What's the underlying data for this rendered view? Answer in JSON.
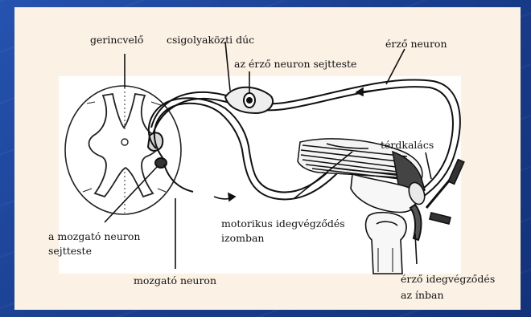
{
  "colors": {
    "background": "#1a3f8f",
    "panel": "#fbf1e4",
    "ink": "#111111"
  },
  "labels": {
    "spinal_cord": "gerincvelő",
    "dorsal_root_ganglion": "csigolyaközti dúc",
    "sensory_neuron_body": "az érző neuron sejtteste",
    "sensory_neuron": "érző neuron",
    "kneecap": "térdkalács",
    "motor_neuron_body_line1": "a mozgató neuron",
    "motor_neuron_body_line2": "sejtteste",
    "motor_ending_line1": "motorikus idegvégződés",
    "motor_ending_line2": "izomban",
    "motor_neuron": "mozgató neuron",
    "sensory_ending_line1": "érző idegvégződés",
    "sensory_ending_line2": "az ínban"
  }
}
